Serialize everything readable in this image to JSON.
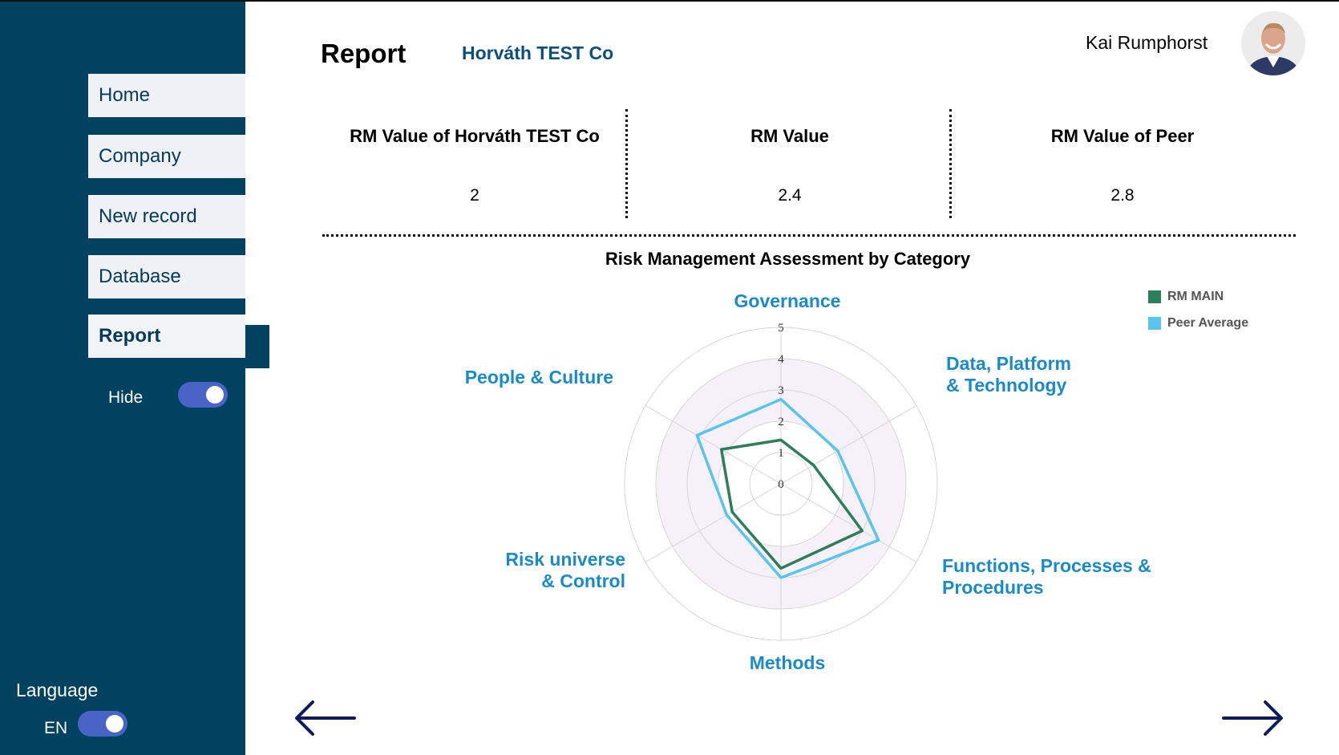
{
  "sidebar": {
    "items": [
      {
        "label": "Home"
      },
      {
        "label": "Company"
      },
      {
        "label": "New record"
      },
      {
        "label": "Database"
      },
      {
        "label": "Report"
      }
    ],
    "hide_label": "Hide",
    "language_label": "Language",
    "language_code": "EN"
  },
  "header": {
    "title": "Report",
    "company": "Horváth TEST Co",
    "user": "Kai Rumphorst"
  },
  "kpis": [
    {
      "label": "RM Value of Horváth TEST Co",
      "value": "2"
    },
    {
      "label": "RM Value",
      "value": "2.4"
    },
    {
      "label": "RM Value of Peer",
      "value": "2.8"
    }
  ],
  "colors": {
    "sidebar_bg": "#004260",
    "rm_main": "#2e7d5b",
    "peer_average": "#5bc4ea",
    "category_label": "#1a8bc7",
    "toggle": "#4a63c6",
    "arrow": "#0d1c5c"
  },
  "chart_data": {
    "type": "radar",
    "title": "Risk Management Assessment by Category",
    "categories": [
      "Governance",
      "Data, Platform & Technology",
      "Functions, Processes & Procedures",
      "Methods",
      "Risk universe & Control",
      "People & Culture"
    ],
    "category_lines": [
      [
        "Governance"
      ],
      [
        "Data, Platform",
        "& Technology"
      ],
      [
        "Functions, Processes &",
        "Procedures"
      ],
      [
        "Methods"
      ],
      [
        "Risk universe",
        "& Control"
      ],
      [
        "People & Culture"
      ]
    ],
    "rlim": [
      0,
      5
    ],
    "ticks": [
      "0",
      "1",
      "2",
      "3",
      "4",
      "5"
    ],
    "series": [
      {
        "name": "RM MAIN",
        "values": [
          1.4,
          1.2,
          3.0,
          2.7,
          1.8,
          2.2
        ]
      },
      {
        "name": "Peer Average",
        "values": [
          2.7,
          2.1,
          3.6,
          3.0,
          2.0,
          3.1
        ]
      }
    ],
    "legend": "top-right",
    "grid": true
  },
  "icons": {
    "prev": "arrow-left-icon",
    "next": "arrow-right-icon",
    "avatar": "user-avatar"
  }
}
